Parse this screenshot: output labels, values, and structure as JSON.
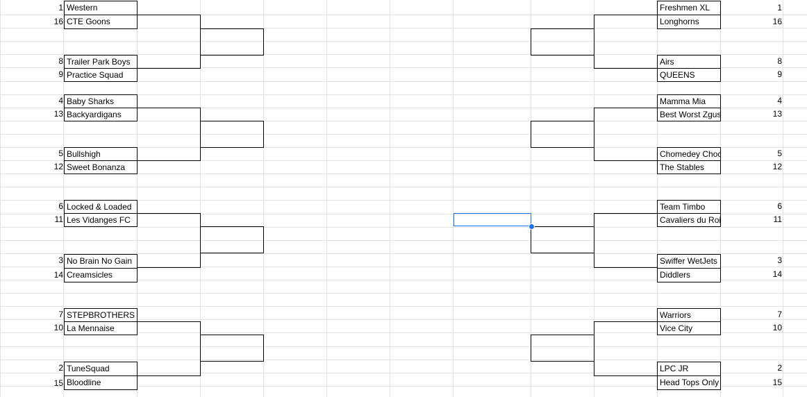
{
  "left_teams": [
    {
      "seed": "1",
      "name": "Western"
    },
    {
      "seed": "16",
      "name": "CTE Goons"
    },
    {
      "seed": "8",
      "name": "Trailer Park Boys"
    },
    {
      "seed": "9",
      "name": "Practice Squad"
    },
    {
      "seed": "4",
      "name": "Baby Sharks"
    },
    {
      "seed": "13",
      "name": "Backyardigans"
    },
    {
      "seed": "5",
      "name": "Bullshigh"
    },
    {
      "seed": "12",
      "name": "Sweet Bonanza"
    },
    {
      "seed": "6",
      "name": "Locked & Loaded"
    },
    {
      "seed": "11",
      "name": "Les Vidanges FC"
    },
    {
      "seed": "3",
      "name": "No Brain No Gain"
    },
    {
      "seed": "14",
      "name": "Creamsicles"
    },
    {
      "seed": "7",
      "name": "STEPBROTHERS"
    },
    {
      "seed": "10",
      "name": "La Mennaise"
    },
    {
      "seed": "2",
      "name": "TuneSquad"
    },
    {
      "seed": "15",
      "name": "Bloodline"
    }
  ],
  "right_teams": [
    {
      "seed": "1",
      "name": "Freshmen XL"
    },
    {
      "seed": "16",
      "name": "Longhorns"
    },
    {
      "seed": "8",
      "name": "Airs"
    },
    {
      "seed": "9",
      "name": "QUEENS"
    },
    {
      "seed": "4",
      "name": "Mamma Mia"
    },
    {
      "seed": "13",
      "name": "Best Worst Zgus"
    },
    {
      "seed": "5",
      "name": "Chomedey Choc"
    },
    {
      "seed": "12",
      "name": "The Stables"
    },
    {
      "seed": "6",
      "name": "Team Timbo"
    },
    {
      "seed": "11",
      "name": "Cavaliers du Roi"
    },
    {
      "seed": "3",
      "name": "Swiffer WetJets"
    },
    {
      "seed": "14",
      "name": "Diddlers"
    },
    {
      "seed": "7",
      "name": "Warriors"
    },
    {
      "seed": "10",
      "name": "Vice City"
    },
    {
      "seed": "2",
      "name": "LPC JR"
    },
    {
      "seed": "15",
      "name": "Head Tops Only"
    }
  ],
  "selected_cell": {
    "value": ""
  }
}
